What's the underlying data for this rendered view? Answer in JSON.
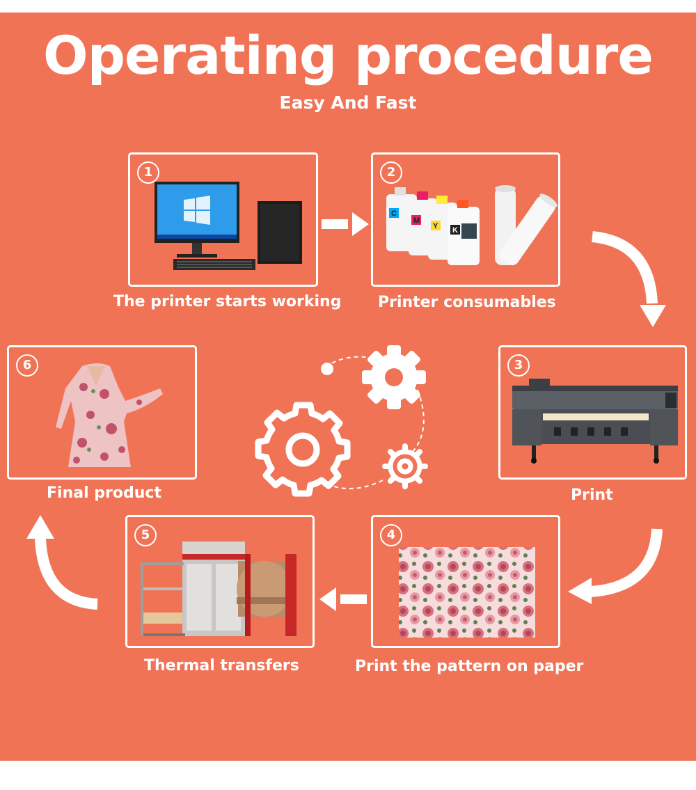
{
  "header": {
    "title": "Operating procedure",
    "subtitle": "Easy And Fast"
  },
  "steps": [
    {
      "number": "1",
      "label": "The printer starts working",
      "icon": "computer-icon"
    },
    {
      "number": "2",
      "label": "Printer consumables",
      "icon": "ink-bottles-icon"
    },
    {
      "number": "3",
      "label": "Print",
      "icon": "wide-format-printer-icon"
    },
    {
      "number": "4",
      "label": "Print the pattern on paper",
      "icon": "floral-pattern-icon"
    },
    {
      "number": "5",
      "label": "Thermal transfers",
      "icon": "heat-press-machine-icon"
    },
    {
      "number": "6",
      "label": "Final product",
      "icon": "floral-dress-icon"
    }
  ],
  "ink_labels": [
    "C",
    "M",
    "Y",
    "K"
  ],
  "colors": {
    "background": "#f07356",
    "foreground": "#ffffff"
  }
}
